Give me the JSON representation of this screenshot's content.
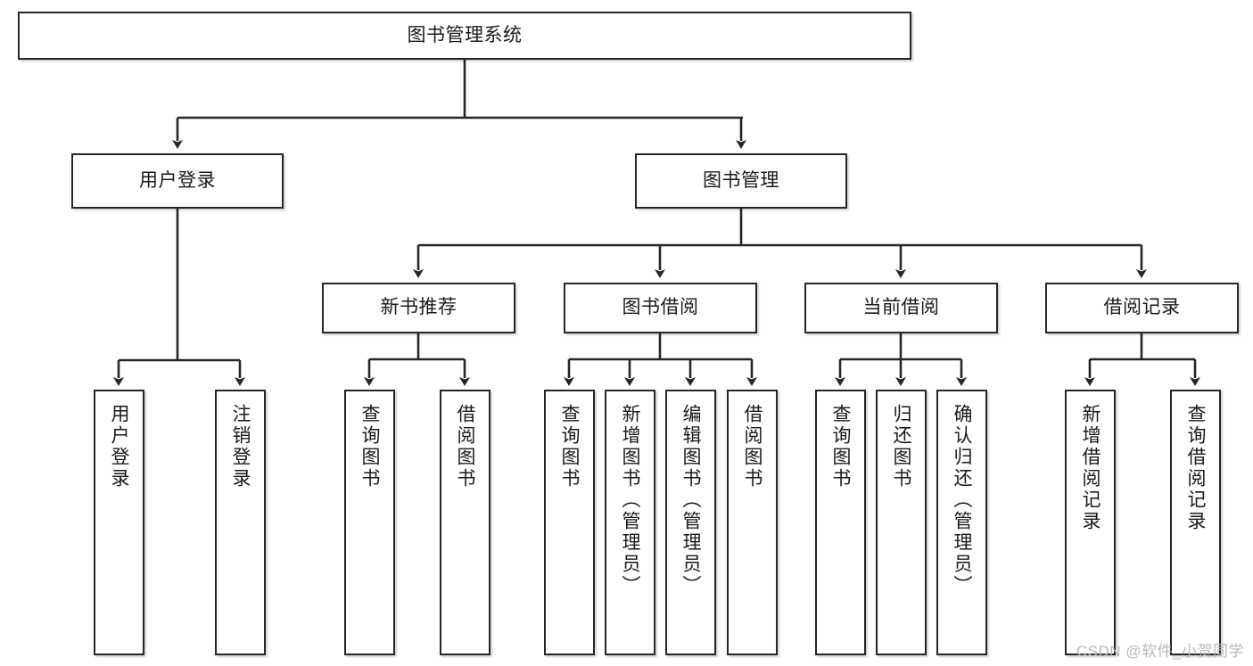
{
  "diagram": {
    "title": "图书管理系统",
    "type": "functional-structure-tree",
    "watermark": "CSDN @软件_小贺同学",
    "colors": {
      "box_border": "#262626",
      "box_fill": "#ffffff",
      "edge": "#262626",
      "text": "#1a1a1a",
      "watermark": "#b9b9b9"
    }
  },
  "nodes": {
    "root": {
      "label": "图书管理系统"
    },
    "level2": [
      {
        "id": "user-login",
        "label": "用户登录"
      },
      {
        "id": "book-manage",
        "label": "图书管理"
      }
    ],
    "level3": [
      {
        "id": "new-book-recommend",
        "label": "新书推荐"
      },
      {
        "id": "book-borrow",
        "label": "图书借阅"
      },
      {
        "id": "current-borrow",
        "label": "当前借阅"
      },
      {
        "id": "borrow-record",
        "label": "借阅记录"
      }
    ],
    "leaves": [
      {
        "id": "leaf-user-login",
        "label": "用户登录",
        "parent": "user-login"
      },
      {
        "id": "leaf-logout-login",
        "label": "注销登录",
        "parent": "user-login"
      },
      {
        "id": "leaf-query-book-1",
        "label": "查询图书",
        "parent": "new-book-recommend"
      },
      {
        "id": "leaf-borrow-book-1",
        "label": "借阅图书",
        "parent": "new-book-recommend"
      },
      {
        "id": "leaf-query-book-2",
        "label": "查询图书",
        "parent": "book-borrow"
      },
      {
        "id": "leaf-add-book",
        "label": "新增图书（管理员）",
        "parent": "book-borrow"
      },
      {
        "id": "leaf-edit-book",
        "label": "编辑图书（管理员）",
        "parent": "book-borrow"
      },
      {
        "id": "leaf-borrow-book-2",
        "label": "借阅图书",
        "parent": "book-borrow"
      },
      {
        "id": "leaf-query-book-3",
        "label": "查询图书",
        "parent": "current-borrow"
      },
      {
        "id": "leaf-return-book",
        "label": "归还图书",
        "parent": "current-borrow"
      },
      {
        "id": "leaf-confirm-return",
        "label": "确认归还（管理员）",
        "parent": "current-borrow"
      },
      {
        "id": "leaf-add-record",
        "label": "新增借阅记录",
        "parent": "borrow-record"
      },
      {
        "id": "leaf-query-record",
        "label": "查询借阅记录",
        "parent": "borrow-record"
      }
    ]
  }
}
